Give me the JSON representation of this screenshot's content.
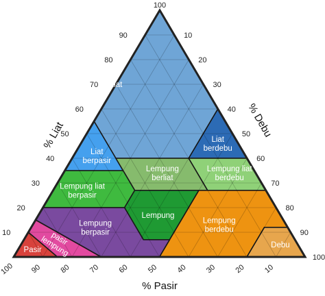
{
  "axes": {
    "clay_title": "% Liat",
    "silt_title": "% Debu",
    "sand_title": "% Pasir"
  },
  "ticks": {
    "top": "100",
    "clay": [
      "90",
      "80",
      "70",
      "60",
      "50",
      "40",
      "30",
      "20",
      "10"
    ],
    "silt": [
      "10",
      "20",
      "30",
      "40",
      "50",
      "60",
      "70",
      "80",
      "90",
      "100"
    ],
    "sand": [
      "100",
      "90",
      "80",
      "70",
      "60",
      "50",
      "40",
      "30",
      "20",
      "10"
    ]
  },
  "regions": {
    "liat": {
      "lines": [
        "Liat"
      ],
      "color": "#6fa5d6"
    },
    "liat_berdebu": {
      "lines": [
        "Liat",
        "berdebu"
      ],
      "color": "#2c6bb5"
    },
    "liat_berpasir": {
      "lines": [
        "Liat",
        "berpasir"
      ],
      "color": "#45a0ee"
    },
    "lempung_berliat": {
      "lines": [
        "Lempung",
        "berliat"
      ],
      "color": "#86bb6d"
    },
    "lempung_liat_berdebu": {
      "lines": [
        "Lempung liat",
        "berdebu"
      ],
      "color": "#8fd178"
    },
    "lempung_liat_berpasir": {
      "lines": [
        "Lempung liat",
        "berpasir"
      ],
      "color": "#3fba3f"
    },
    "lempung": {
      "lines": [
        "Lempung"
      ],
      "color": "#1f9a33"
    },
    "lempung_berdebu": {
      "lines": [
        "Lempung",
        "berdebu"
      ],
      "color": "#ee9311"
    },
    "debu": {
      "lines": [
        "Debu"
      ],
      "color": "#e7a64d"
    },
    "lempung_berpasir": {
      "lines": [
        "Lempung",
        "berpasir"
      ],
      "color": "#7a4a9f"
    },
    "pasir_berlempung": {
      "lines": [
        "pasir",
        "lempung"
      ],
      "color": "#e24aa0"
    },
    "pasir": {
      "lines": [
        "Pasir"
      ],
      "color": "#d8423c"
    }
  }
}
